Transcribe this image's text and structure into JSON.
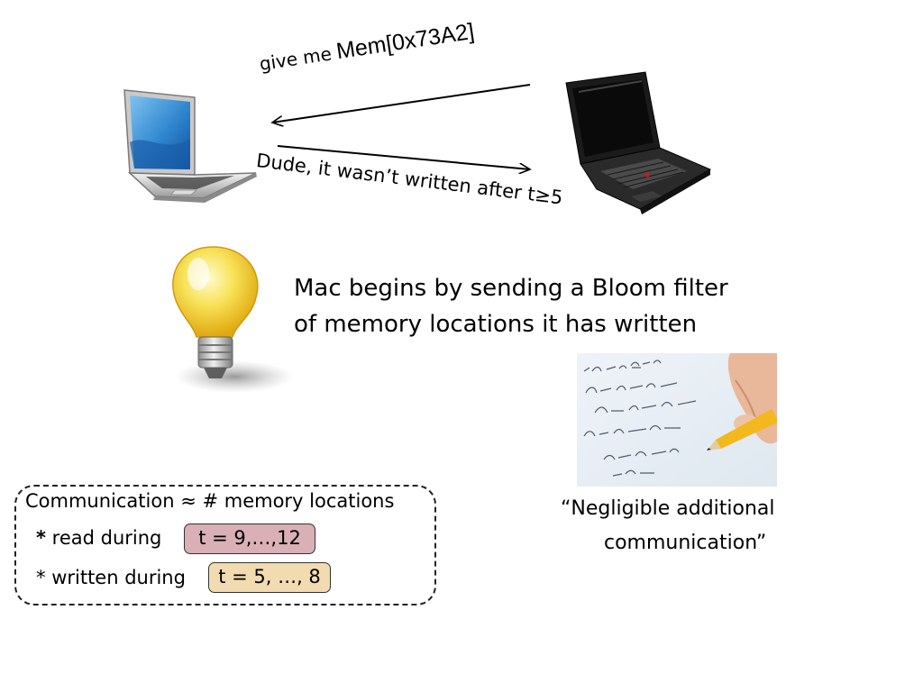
{
  "messages": {
    "request_prefix": "give me",
    "request_address": "Mem[0x73A2]",
    "response": "Dude, it wasn’t written after t≥5"
  },
  "idea": {
    "line1": "Mac begins by sending a Bloom filter",
    "line2": "of memory locations it has written"
  },
  "quote": {
    "line1": "“Negligible additional",
    "line2": "communication”"
  },
  "communication": {
    "title": "Communication ≈ # memory locations",
    "read_bullet": "*",
    "read_label": "read during",
    "read_range": "t = 9,…,12",
    "write_bullet": "*",
    "write_label": "written during",
    "write_range": "t = 5, …, 8"
  },
  "colors": {
    "read_highlight": "#d8b0b6",
    "write_highlight": "#f2dbb0",
    "bulb_yellow": "#f5d21c",
    "pencil_yellow": "#f2b81e"
  },
  "icons": [
    "laptop-icon",
    "thinkpad-laptop-icon",
    "lightbulb-icon",
    "math-handwriting-photo"
  ]
}
